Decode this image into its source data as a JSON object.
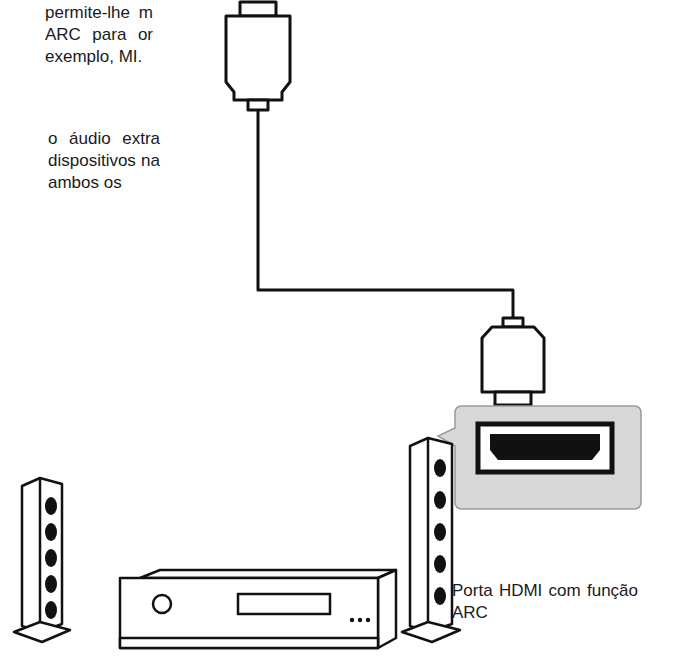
{
  "diagram": {
    "labels": [
      "permite-lhe m ARC para or exemplo, MI.",
      "o áudio extra dispositivos na ambos os",
      "Porta HDMI com função ARC"
    ]
  }
}
